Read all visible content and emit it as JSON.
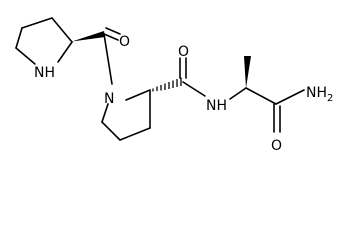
{
  "labels": {
    "n_ring1": "NH",
    "o_carbonyl1": "O",
    "n_ring2": "N",
    "o_carbonyl2": "O",
    "n_amide": "NH",
    "n_amine_terminal": "NH2",
    "o_carbonyl3": "O"
  },
  "colors": {
    "bond": "#000000",
    "background": "#ffffff"
  }
}
